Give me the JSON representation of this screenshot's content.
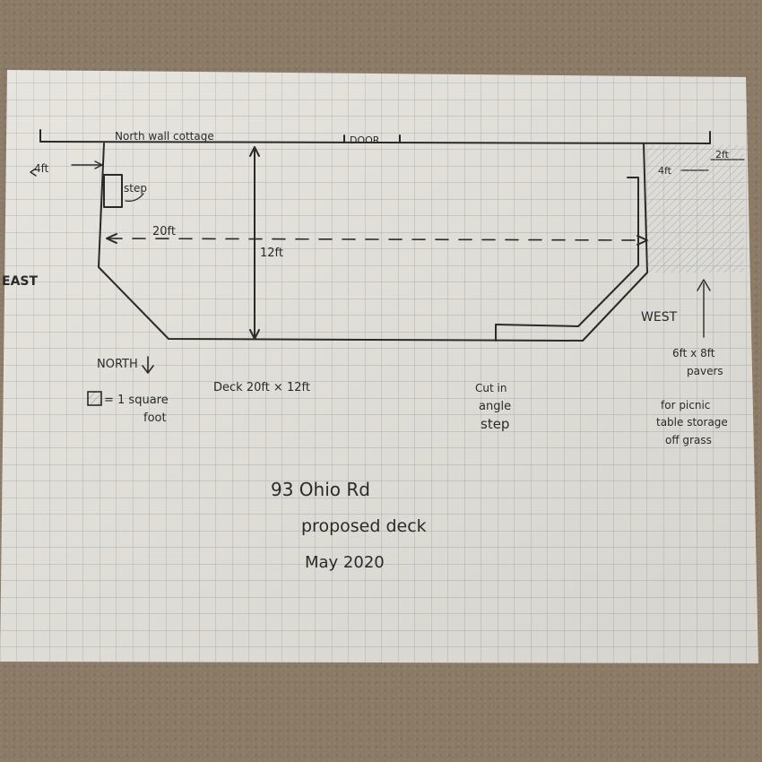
{
  "sketch": {
    "north_wall_label": "North wall cottage",
    "door_label": "DOOR",
    "left_offset_label": "4ft",
    "step_label": "step",
    "width_label": "20ft",
    "height_label": "12ft",
    "east_label": "EAST",
    "west_label": "WEST",
    "paver_offset_label": "4ft",
    "paver_right_label": "2ft",
    "north_arrow_label": "NORTH",
    "scale_label_line1": "= 1 square",
    "scale_label_line2": "foot",
    "deck_label": "Deck  20ft × 12ft",
    "step_note_line1": "Cut in",
    "step_note_line2": "angle",
    "step_note_line3": "step",
    "pavers_line1": "6ft x 8ft",
    "pavers_line2": "pavers",
    "storage_line1": "for picnic",
    "storage_line2": "table storage",
    "storage_line3": "off grass",
    "title_line1": "93 Ohio Rd",
    "title_line2": "proposed deck",
    "title_line3": "May 2020"
  },
  "colors": {
    "paper": "#f3f1ea",
    "grid": "#b9bec4",
    "ink": "#2a2a2a",
    "carpet": "#8a7a66"
  }
}
